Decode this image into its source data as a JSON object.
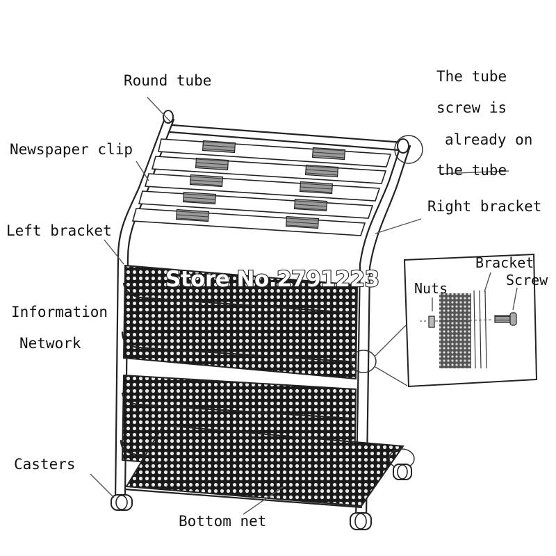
{
  "labels": {
    "round_tube": "Round tube",
    "tube_screw_line1": "The tube",
    "tube_screw_line2": "screw is",
    "tube_screw_line3": "already on",
    "tube_screw_line4": "the tube",
    "newspaper_clip": "Newspaper clip",
    "right_bracket": "Right bracket",
    "left_bracket": "Left bracket",
    "information_line1": "Information",
    "information_line2": "Network",
    "casters": "Casters",
    "bottom_net": "Bottom net",
    "detail_bracket": "Bracket",
    "detail_screw": "Screw",
    "detail_nuts": "Nuts"
  },
  "watermark": "Store No.2791223",
  "colors": {
    "line": "#222222",
    "text": "#111111",
    "background": "#ffffff"
  }
}
